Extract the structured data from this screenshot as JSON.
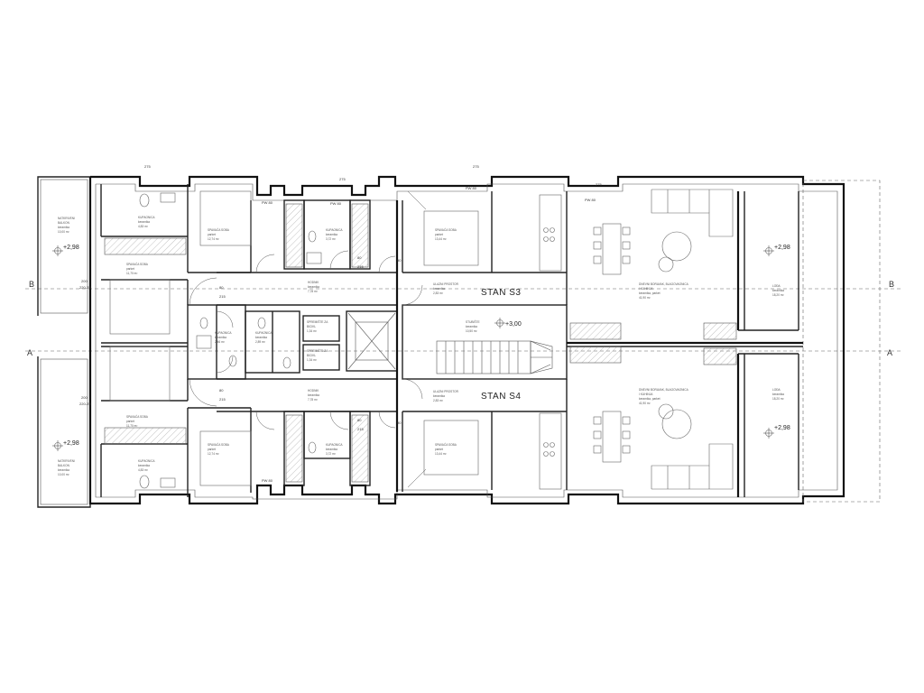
{
  "apartments": {
    "s3": "STAN S3",
    "s4": "STAN S4"
  },
  "section_marks": {
    "a_left": "A",
    "a_right": "A",
    "b_left": "B",
    "b_right": "B"
  },
  "levels": {
    "balcony_left_top": "+2,98",
    "balcony_left_bottom": "+2,98",
    "loggia_right_top": "+2,98",
    "loggia_right_bottom": "+2,98",
    "stair": "+3,00"
  },
  "rooms": {
    "balcony_left_top": [
      "NATKRIVENI",
      "BALKON",
      "keramika",
      "10,00 m²"
    ],
    "balcony_left_bottom": [
      "NATKRIVENI",
      "BALKON",
      "keramika",
      "10,00 m²"
    ],
    "bath_left_top": [
      "KUPAONICA",
      "keramika",
      "4,83 m²"
    ],
    "bath_left_bottom": [
      "KUPAONICA",
      "keramika",
      "4,83 m²"
    ],
    "bedroom_left_top": [
      "SPAVAĆA SOBA",
      "parket",
      "11,70 m²"
    ],
    "bedroom_left_bottom": [
      "SPAVAĆA SOBA",
      "parket",
      "11,70 m²"
    ],
    "bedroom_mid_top": [
      "SPAVAĆA SOBA",
      "parket",
      "12,74 m²"
    ],
    "bedroom_mid_bottom": [
      "SPAVAĆA SOBA",
      "parket",
      "12,74 m²"
    ],
    "bath_mid_top": [
      "KUPAONICA",
      "keramika",
      "3,72 m²"
    ],
    "bath_mid_bottom": [
      "KUPAONICA",
      "keramika",
      "3,72 m²"
    ],
    "hall_top": [
      "HODNIK",
      "keramika",
      "7,78 m²"
    ],
    "hall_bottom": [
      "HODNIK",
      "keramika",
      "7,78 m²"
    ],
    "bath_small_a": [
      "KUPAONICA",
      "keramika",
      "2,46 m²"
    ],
    "bath_small_b": [
      "KUPAONICA",
      "keramika",
      "2,89 m²"
    ],
    "storage_top": [
      "SPREMIŠTE ZA",
      "BICIKL",
      "1,34 m²"
    ],
    "storage_bottom": [
      "SPREMIŠTE ZA",
      "BICIKL",
      "1,34 m²"
    ],
    "bedroom_s3": [
      "SPAVAĆA SOBA",
      "parket",
      "13,44 m²"
    ],
    "bedroom_s4": [
      "SPAVAĆA SOBA",
      "parket",
      "13,44 m²"
    ],
    "entry_s3": [
      "ULAZNI PROSTOR",
      "keramika",
      "2,83 m²"
    ],
    "entry_s4": [
      "ULAZNI PROSTOR",
      "keramika",
      "2,83 m²"
    ],
    "stair": [
      "STUBIŠTE",
      "keramika",
      "10,50 m²"
    ],
    "living_s3": [
      "DNEVNI BORAVAK, BLAGOVAONICA",
      "I KUHINJA",
      "keramika, parket",
      "41,90 m²"
    ],
    "living_s4": [
      "DNEVNI BORAVAK, BLAGOVAONICA",
      "I KUHINJA",
      "keramika, parket",
      "41,90 m²"
    ],
    "loggia_top": [
      "LOĐA",
      "keramika",
      "18,20 m²"
    ],
    "loggia_bottom": [
      "LOĐA",
      "keramika",
      "18,20 m²"
    ]
  },
  "dimensions": {
    "w1": "275",
    "w2": "275",
    "w3": "275",
    "w4": "275",
    "d1": "80",
    "d2": "80",
    "d3": "80",
    "d4": "80",
    "d5": "90",
    "d6": "90",
    "h1": "215",
    "h2": "215",
    "h3": "215",
    "h4": "215",
    "p1": "PW 80",
    "p2": "PW 80",
    "p3": "PW 80",
    "p4": "PW 80",
    "p5": "PW 80",
    "bw1": "200",
    "bw2": "200",
    "bp1": "220-25",
    "bp2": "220-25"
  }
}
